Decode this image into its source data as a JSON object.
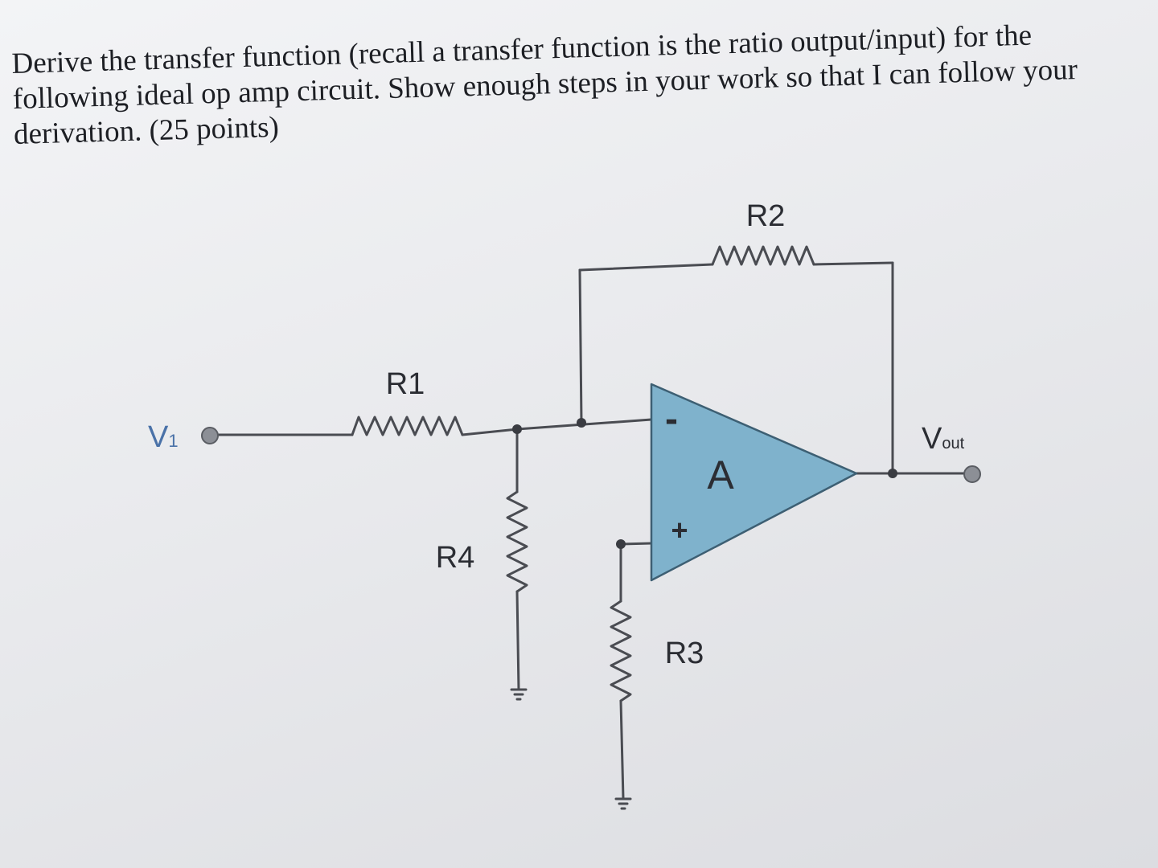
{
  "question": {
    "line1": "Derive the transfer function (recall a transfer function is the ratio output/input) for the",
    "line2": "following ideal op amp circuit. Show enough steps in your work so that I can follow your",
    "line3": "derivation. (25 points)"
  },
  "circuit": {
    "input_label": "V",
    "input_sub": "1",
    "output_label": "V",
    "output_sub": "out",
    "opamp_label": "A",
    "inverting_sign": "-",
    "noninverting_sign": "+",
    "resistors": {
      "r1": "R1",
      "r2": "R2",
      "r3": "R3",
      "r4": "R4"
    },
    "colors": {
      "opamp_fill": "#7fb2cc",
      "wire": "#4a4c52",
      "input_label": "#4a72a8"
    }
  }
}
